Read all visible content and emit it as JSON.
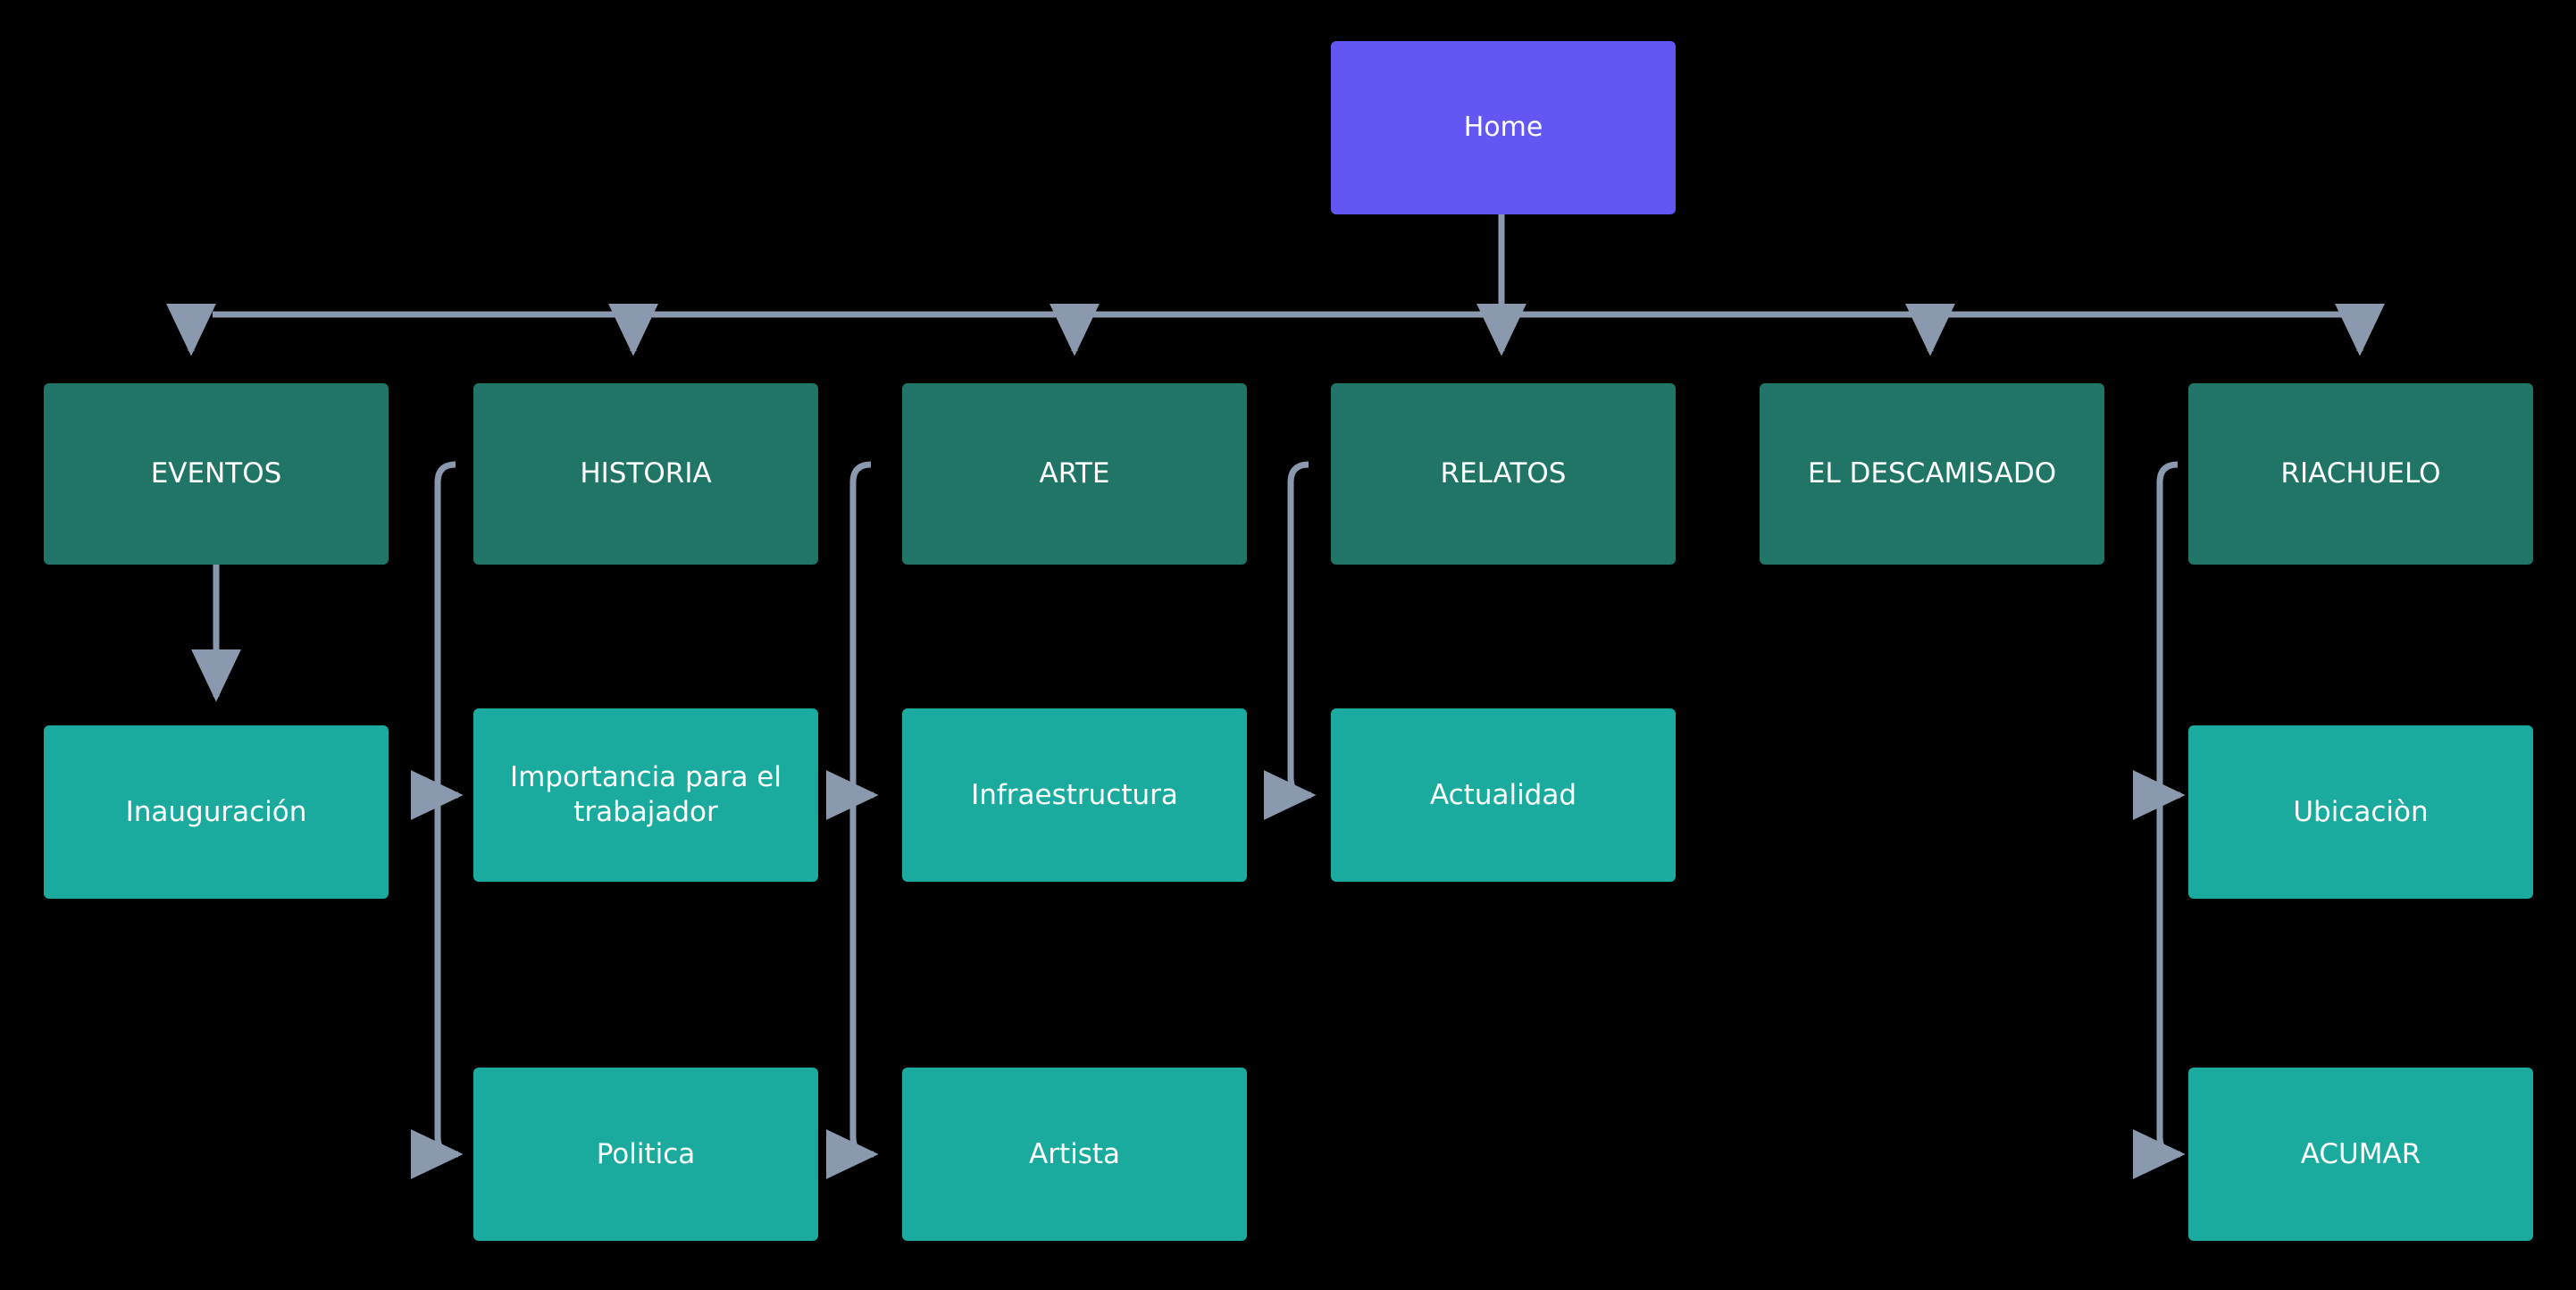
{
  "diagram": {
    "type": "sitemap-tree",
    "background_color": "#000000",
    "connector_color": "#8a99ad",
    "levels": {
      "root_color": "#6257f2",
      "section_color": "#207567",
      "page_color": "#1aaa9e",
      "label_color": "#ffffff"
    },
    "root": {
      "label": "Home"
    },
    "sections": [
      {
        "label": "EVENTOS"
      },
      {
        "label": "HISTORIA"
      },
      {
        "label": "ARTE"
      },
      {
        "label": "RELATOS"
      },
      {
        "label": "EL DESCAMISADO"
      },
      {
        "label": "RIACHUELO"
      }
    ],
    "pages": [
      {
        "label": "Inauguración",
        "parent": "EVENTOS"
      },
      {
        "label": "Importancia para el trabajador",
        "parent": "HISTORIA"
      },
      {
        "label": "Politica",
        "parent": "HISTORIA"
      },
      {
        "label": "Infraestructura",
        "parent": "ARTE"
      },
      {
        "label": "Artista",
        "parent": "ARTE"
      },
      {
        "label": "Actualidad",
        "parent": "RELATOS"
      },
      {
        "label": "Ubicaciòn",
        "parent": "RIACHUELO"
      },
      {
        "label": "ACUMAR",
        "parent": "RIACHUELO"
      }
    ]
  }
}
